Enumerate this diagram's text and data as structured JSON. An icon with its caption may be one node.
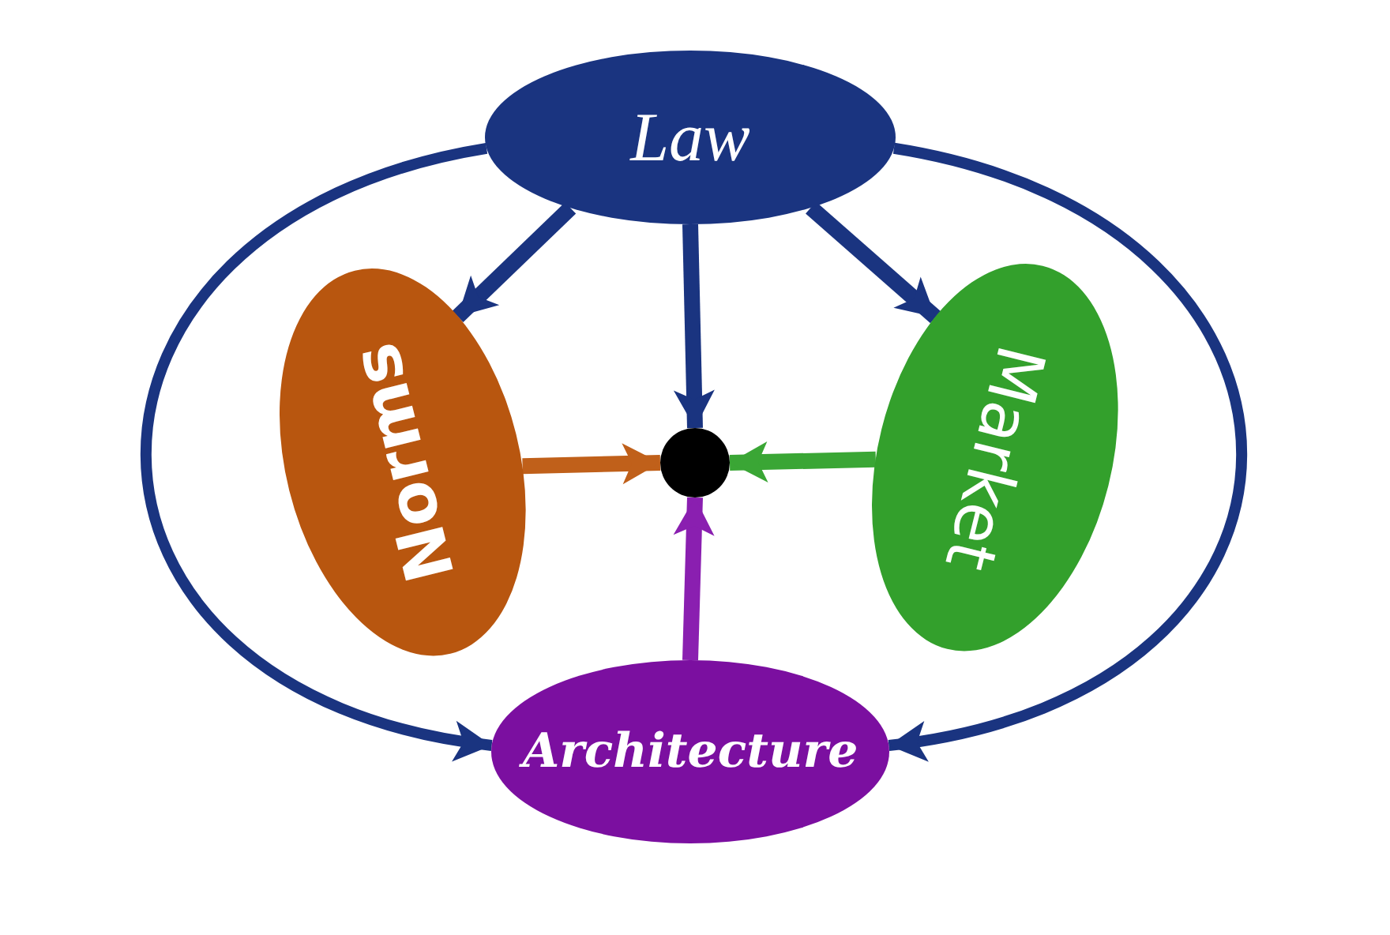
{
  "diagram": {
    "nodes": [
      {
        "text": [
          "Law"
        ]
      },
      {
        "text": [
          "Norms"
        ]
      },
      {
        "text": [
          "Market"
        ]
      },
      {
        "text": [
          "Architecture"
        ]
      },
      {
        "text": [],
        "shape": "circle"
      }
    ],
    "edges": [
      {
        "from": 0,
        "to": 1,
        "arrow": "to"
      },
      {
        "from": 0,
        "to": 4,
        "arrow": "to"
      },
      {
        "from": 0,
        "to": 2,
        "arrow": "to"
      },
      {
        "from": 1,
        "to": 4,
        "arrow": "to",
        "color": "#c0601a"
      },
      {
        "from": 2,
        "to": 4,
        "arrow": "to",
        "color": "#3aa635"
      },
      {
        "from": 3,
        "to": 4,
        "arrow": "to",
        "color": "#8a1fb0"
      },
      {
        "from": 0,
        "to": 3,
        "arrow": "to"
      },
      {
        "from": 0,
        "to": 3,
        "arrow": "to"
      }
    ]
  }
}
